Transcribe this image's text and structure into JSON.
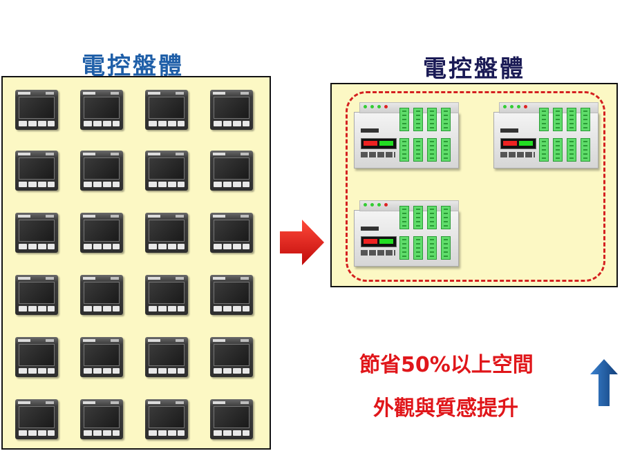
{
  "left_panel": {
    "title": "電控盤體",
    "rows": 6,
    "cols": 4
  },
  "right_panel": {
    "title": "電控盤體",
    "modules": 3
  },
  "benefits": {
    "line1": "節省50%以上空間",
    "line2": "外觀與質感提升"
  },
  "icons": {
    "transition": "right-arrow-icon",
    "improvement": "up-arrow-icon"
  },
  "colors": {
    "left_title": "#1f5fa8",
    "right_title": "#1a1a55",
    "panel_fill": "#fcf8c4",
    "dashed_frame": "#d42020",
    "benefit_text": "#e0161a",
    "arrow_right": "#dd1111",
    "arrow_up": "#1a5fae"
  }
}
